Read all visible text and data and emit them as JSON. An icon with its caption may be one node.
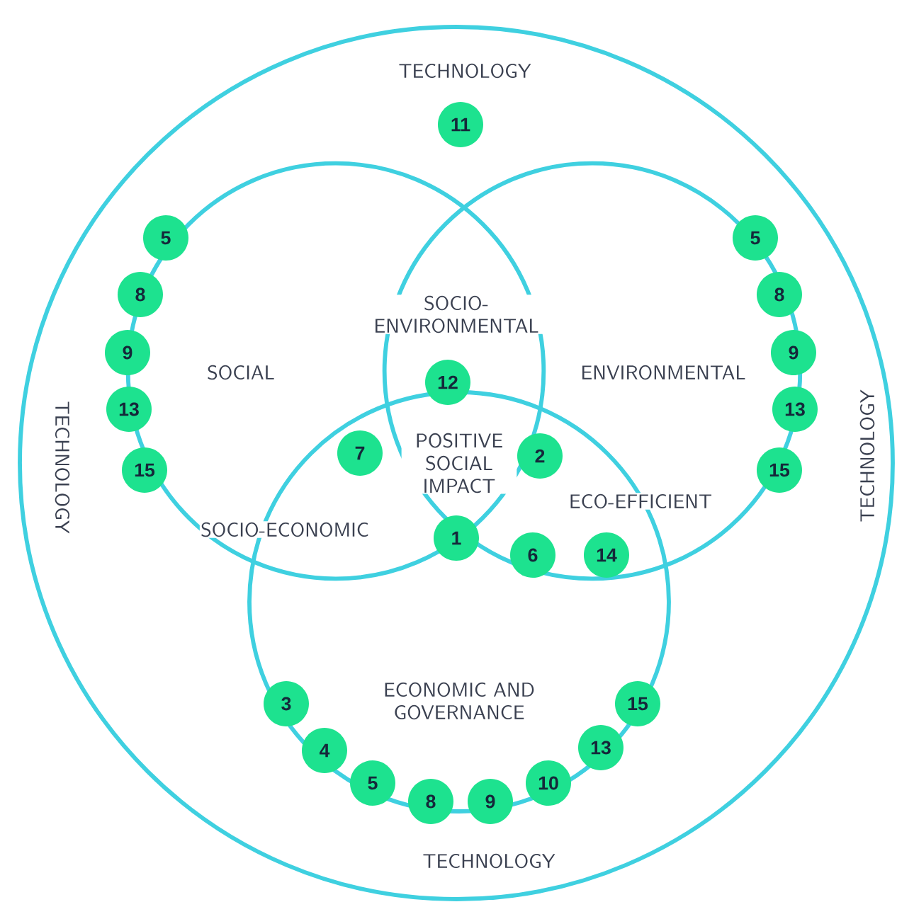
{
  "diagram": {
    "nodes": [
      {
        "text": [
          "TECHNOLOGY",
          "TECHNOLOGY",
          "TECHNOLOGY",
          "TECHNOLOGY"
        ]
      },
      {
        "text": [
          "SOCIAL"
        ],
        "in": 0
      },
      {
        "text": [
          "ENVIRONMENTAL"
        ],
        "in": 0
      },
      {
        "text": [
          "ECONOMIC AND GOVERNANCE"
        ],
        "in": 0
      },
      {
        "text": [
          "11"
        ],
        "in": 0
      },
      {
        "text": [
          "5"
        ],
        "in": 0
      },
      {
        "text": [
          "8"
        ],
        "in": 0
      },
      {
        "text": [
          "9"
        ],
        "in": 0
      },
      {
        "text": [
          "13"
        ],
        "in": 0
      },
      {
        "text": [
          "15"
        ],
        "in": 0
      },
      {
        "text": [
          "5"
        ],
        "in": 0
      },
      {
        "text": [
          "8"
        ],
        "in": 2
      },
      {
        "text": [
          "9"
        ],
        "in": 0
      },
      {
        "text": [
          "13"
        ],
        "in": 0
      },
      {
        "text": [
          "15"
        ],
        "in": 0
      },
      {
        "text": [
          "12"
        ]
      },
      {
        "text": [
          "7"
        ]
      },
      {
        "text": [
          "2"
        ]
      },
      {
        "text": [
          "1"
        ]
      },
      {
        "text": [
          "6"
        ]
      },
      {
        "text": [
          "14"
        ]
      },
      {
        "text": [
          "3"
        ],
        "in": 3
      },
      {
        "text": [
          "4"
        ],
        "in": 3
      },
      {
        "text": [
          "5"
        ],
        "in": 3
      },
      {
        "text": [
          "8"
        ],
        "in": 0
      },
      {
        "text": [
          "9"
        ],
        "in": 0
      },
      {
        "text": [
          "10"
        ],
        "in": 3
      },
      {
        "text": [
          "13"
        ],
        "in": 3
      },
      {
        "text": [
          "15"
        ],
        "in": 3
      }
    ],
    "labels": [
      "SOCIO-ENVIRONMENTAL",
      "POSITIVE SOCIAL IMPACT",
      "ECO-EFFICIENT",
      "SOCIO-ECONOMIC"
    ]
  }
}
